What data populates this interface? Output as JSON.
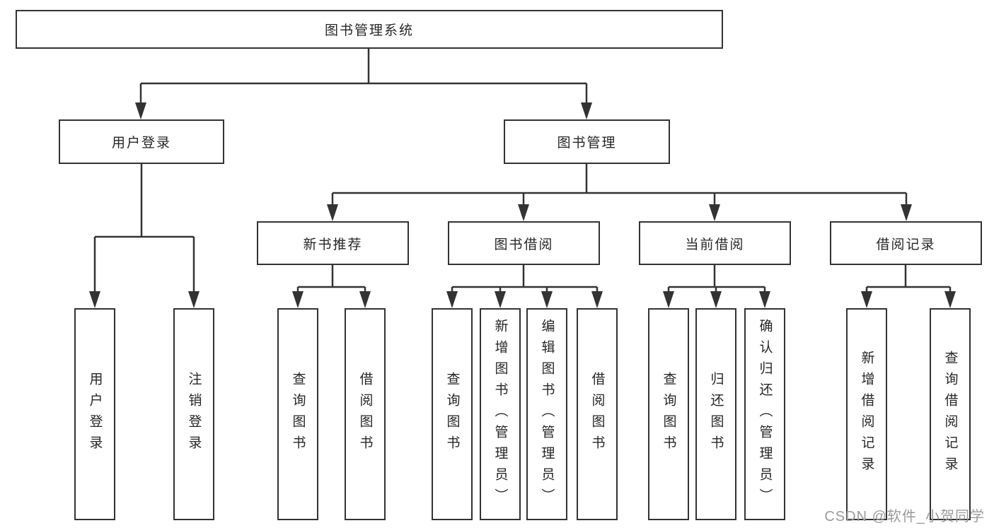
{
  "tree": {
    "root": "图书管理系统",
    "branches": [
      {
        "label": "用户登录",
        "leaves": [
          "用户登录",
          "注销登录"
        ]
      },
      {
        "label": "图书管理",
        "sub": [
          {
            "label": "新书推荐",
            "leaves": [
              "查询图书",
              "借阅图书"
            ]
          },
          {
            "label": "图书借阅",
            "leaves": [
              "查询图书",
              "新增图书（管理员）",
              "编辑图书（管理员）",
              "借阅图书"
            ]
          },
          {
            "label": "当前借阅",
            "leaves": [
              "查询图书",
              "归还图书",
              "确认归还（管理员）"
            ]
          },
          {
            "label": "借阅记录",
            "leaves": [
              "新增借阅记录",
              "查询借阅记录"
            ]
          }
        ]
      }
    ]
  },
  "watermark": "CSDN @软件_小贺同学",
  "colors": {
    "line": "#333333",
    "box_border": "#333333",
    "box_background": "#ffffff",
    "text": "#262626",
    "watermark": "#9b9b9b",
    "background": "#ffffff"
  }
}
